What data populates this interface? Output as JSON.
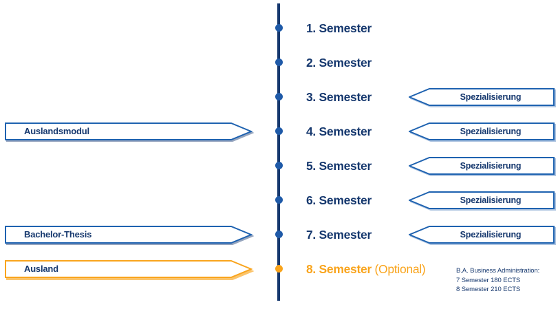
{
  "colors": {
    "navy": "#16386e",
    "dot_blue": "#1f5aa8",
    "arrow_border_blue": "#1e62b0",
    "orange": "#f9a41c",
    "box_fill": "#ffffff"
  },
  "timeline": {
    "semesters": [
      {
        "label": "1. Semester"
      },
      {
        "label": "2. Semester"
      },
      {
        "label": "3. Semester"
      },
      {
        "label": "4. Semester"
      },
      {
        "label": "5. Semester"
      },
      {
        "label": "6. Semester"
      },
      {
        "label": "7. Semester"
      },
      {
        "label": "8. Semester",
        "suffix": "(Optional)"
      }
    ]
  },
  "specializations": [
    {
      "label": "Spezialisierung",
      "semester": "3. Semester"
    },
    {
      "label": "Spezialisierung",
      "semester": "4. Semester"
    },
    {
      "label": "Spezialisierung",
      "semester": "5. Semester"
    },
    {
      "label": "Spezialisierung",
      "semester": "6. Semester"
    },
    {
      "label": "Spezialisierung",
      "semester": "7. Semester"
    }
  ],
  "left_banners": [
    {
      "label": "Auslandsmodul",
      "color": "blue",
      "semester": "4. Semester"
    },
    {
      "label": "Bachelor-Thesis",
      "color": "blue",
      "semester": "7. Semester"
    },
    {
      "label": "Ausland",
      "color": "orange",
      "semester": "8. Semester"
    }
  ],
  "note": {
    "line1": "B.A. Business Administration:",
    "line2": "7 Semester 180 ECTS",
    "line3": "8 Semester 210 ECTS"
  }
}
